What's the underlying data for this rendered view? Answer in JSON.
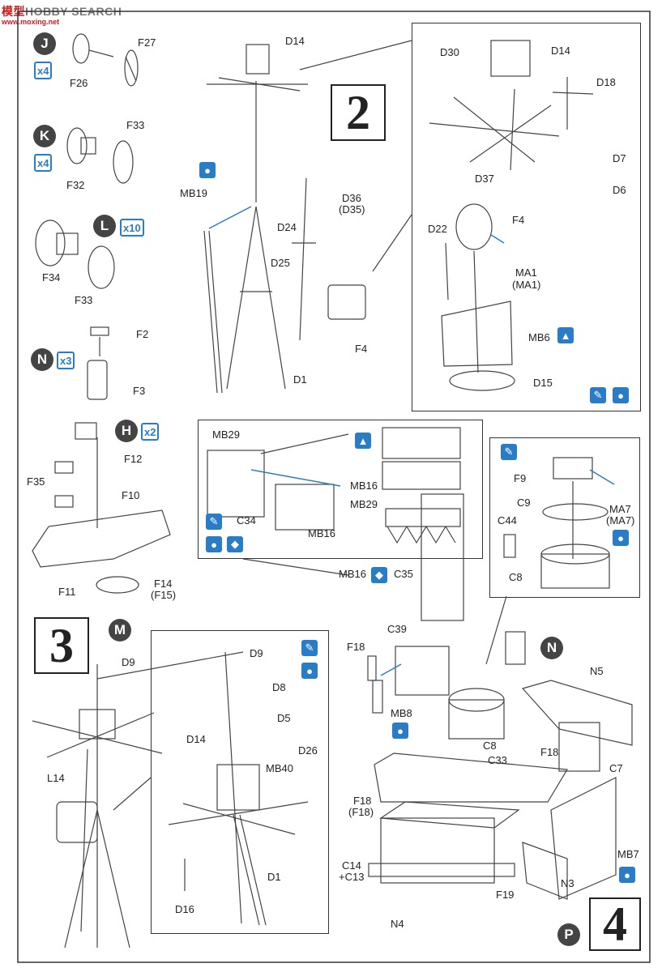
{
  "watermark": {
    "prefix": "模型",
    "main": "HOBBY SEARCH",
    "sub": "www.moxing.net"
  },
  "steps": {
    "s2": "2",
    "s3": "3",
    "s4": "4"
  },
  "badges": {
    "J": "J",
    "K": "K",
    "L": "L",
    "N": "N",
    "H": "H",
    "M": "M",
    "N2": "N",
    "P": "P",
    "x4a": "x4",
    "x4b": "x4",
    "x10": "x10",
    "x3": "x3",
    "x2": "x2"
  },
  "parts": {
    "F27": "F27",
    "F26": "F26",
    "F33a": "F33",
    "F32": "F32",
    "F34": "F34",
    "F33b": "F33",
    "F2": "F2",
    "F3": "F3",
    "F12": "F12",
    "F35": "F35",
    "F10": "F10",
    "F11": "F11",
    "F14": "F14",
    "F15": "(F15)",
    "D14a": "D14",
    "MB19": "MB19",
    "D36": "D36",
    "D35": "(D35)",
    "D24": "D24",
    "D25": "D25",
    "F4a": "F4",
    "D1a": "D1",
    "D30": "D30",
    "D14b": "D14",
    "D18": "D18",
    "D7": "D7",
    "D37": "D37",
    "D6": "D6",
    "D22": "D22",
    "F4b": "F4",
    "MA1": "MA1",
    "MA1b": "(MA1)",
    "MB6": "MB6",
    "D15": "D15",
    "MB29a": "MB29",
    "C34": "C34",
    "MB16a": "MB16",
    "MB16b": "MB16",
    "MB29b": "MB29",
    "MB16c": "MB16",
    "C35": "C35",
    "F9": "F9",
    "C9": "C9",
    "C44": "C44",
    "MA7": "MA7",
    "MA7b": "(MA7)",
    "C8a": "C8",
    "D9a": "D9",
    "L14": "L14",
    "D9b": "D9",
    "D8": "D8",
    "D5": "D5",
    "D14c": "D14",
    "D26": "D26",
    "MB40": "MB40",
    "D1b": "D1",
    "D16": "D16",
    "F18a": "F18",
    "C39": "C39",
    "MB8": "MB8",
    "C8b": "C8",
    "N5": "N5",
    "F18b": "F18",
    "C33": "C33",
    "C7": "C7",
    "F18c": "F18",
    "F18d": "(F18)",
    "C14": "C14",
    "C13": "+C13",
    "N4": "N4",
    "F19": "F19",
    "N3": "N3",
    "MB7": "MB7"
  }
}
